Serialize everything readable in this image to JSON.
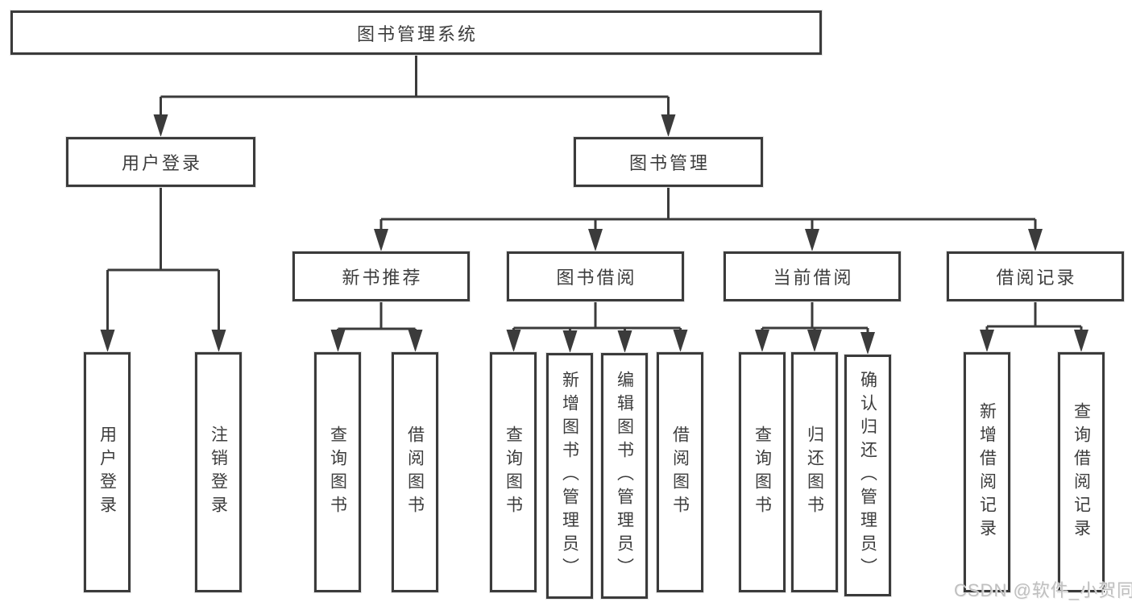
{
  "root": {
    "label": "图书管理系统"
  },
  "branches": [
    {
      "label": "用户登录",
      "children": [
        {
          "label": "用户登录"
        },
        {
          "label": "注销登录"
        }
      ]
    },
    {
      "label": "图书管理",
      "sections": [
        {
          "label": "新书推荐",
          "children": [
            {
              "label": "查询图书"
            },
            {
              "label": "借阅图书"
            }
          ]
        },
        {
          "label": "图书借阅",
          "children": [
            {
              "label": "查询图书"
            },
            {
              "label": "新增图书（管理员）"
            },
            {
              "label": "编辑图书（管理员）"
            },
            {
              "label": "借阅图书"
            }
          ]
        },
        {
          "label": "当前借阅",
          "children": [
            {
              "label": "查询图书"
            },
            {
              "label": "归还图书"
            },
            {
              "label": "确认归还（管理员）"
            }
          ]
        },
        {
          "label": "借阅记录",
          "children": [
            {
              "label": "新增借阅记录"
            },
            {
              "label": "查询借阅记录"
            }
          ]
        }
      ]
    }
  ],
  "watermark": {
    "text": "CSDN @软件_小贺同学"
  },
  "colors": {
    "line": "#3b3b3b",
    "text": "#3d3d3d",
    "background": "#ffffff",
    "watermark": "#bfbfbf"
  }
}
